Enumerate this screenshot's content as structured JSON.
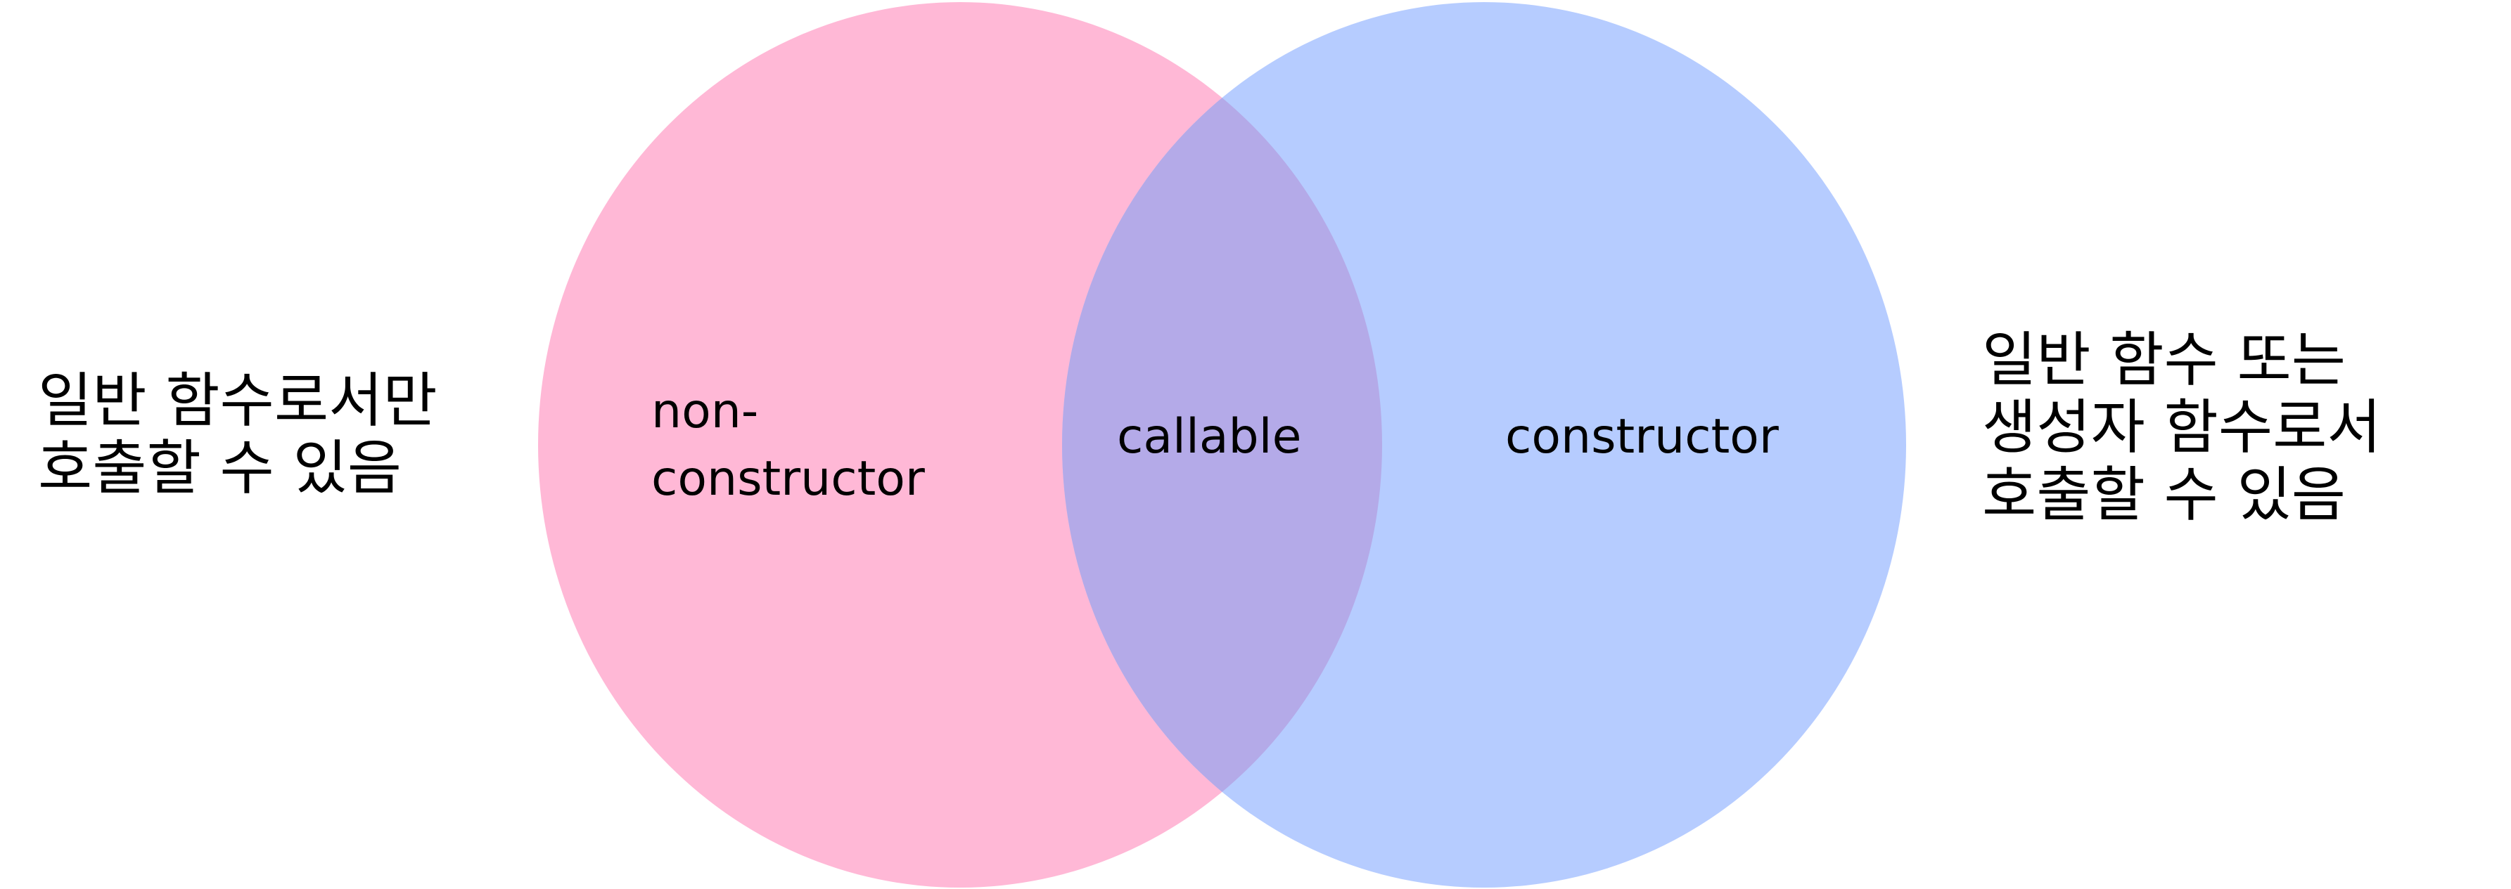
{
  "colors": {
    "left_circle": "#FFB8D6",
    "right_circle": "#B6CCFF",
    "overlap": "#B4AAE8",
    "text": "#000000",
    "background": "#FFFFFF"
  },
  "venn": {
    "sets": [
      {
        "id": "left",
        "label_lines": [
          "non-",
          "constructor"
        ]
      },
      {
        "id": "right",
        "label_lines": [
          "constructor"
        ]
      }
    ],
    "intersection_label": "callable"
  },
  "left_note": {
    "lines": [
      "일반 함수로서만",
      "호출할 수 있음"
    ]
  },
  "right_note": {
    "lines": [
      "일반 함수 또는",
      "생성자 함수로서",
      "호출할 수 있음"
    ]
  }
}
